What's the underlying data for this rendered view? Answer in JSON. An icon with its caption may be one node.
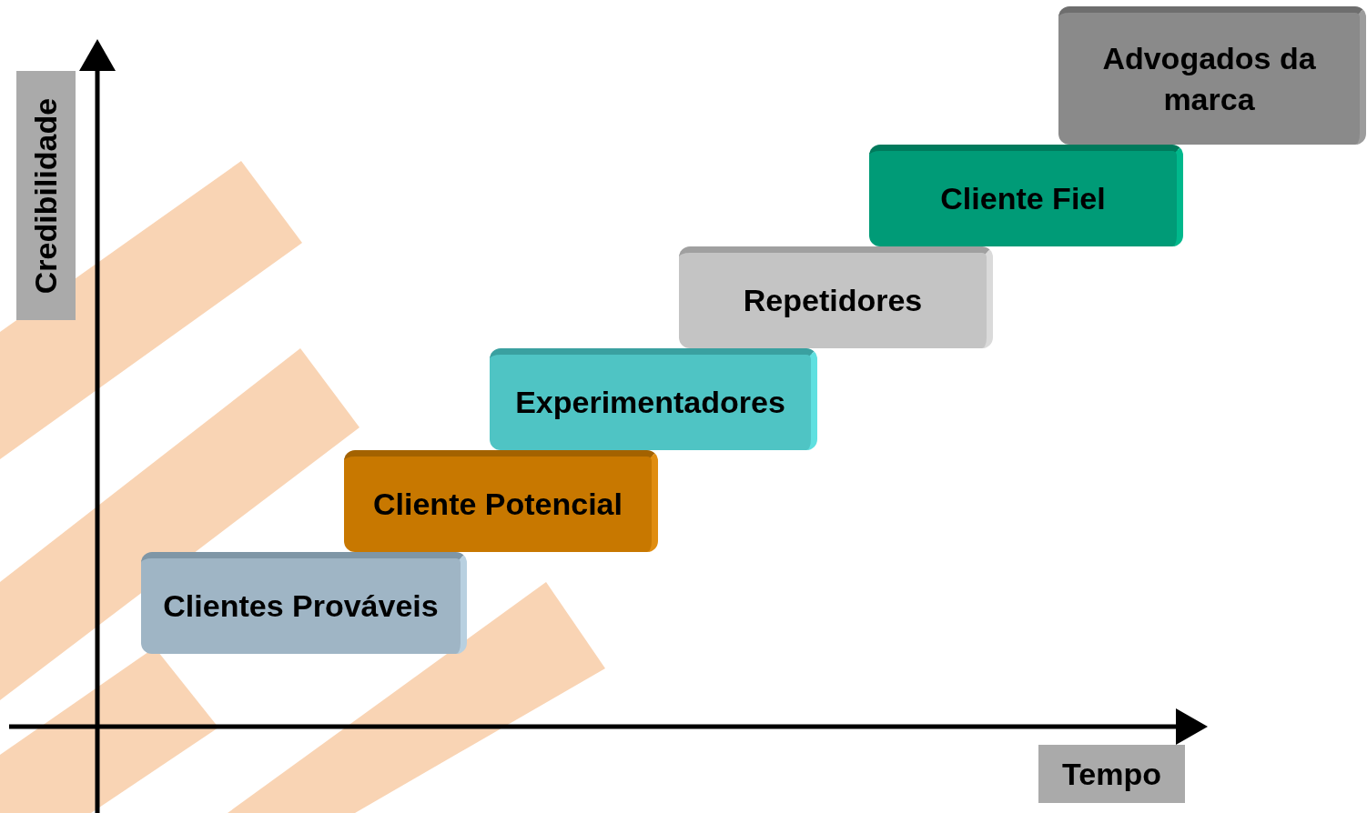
{
  "diagram": {
    "nodes": [
      {
        "text": [
          "Credibilidade"
        ]
      },
      {
        "text": [
          "Clientes Prováveis"
        ]
      },
      {
        "text": [
          "Cliente Potencial"
        ]
      },
      {
        "text": [
          "Experimentadores"
        ]
      },
      {
        "text": [
          "Repetidores"
        ]
      },
      {
        "text": [
          "Cliente Fiel"
        ]
      },
      {
        "text": [
          "Advogados da marca"
        ]
      },
      {
        "text": [
          "Tempo"
        ]
      }
    ]
  }
}
